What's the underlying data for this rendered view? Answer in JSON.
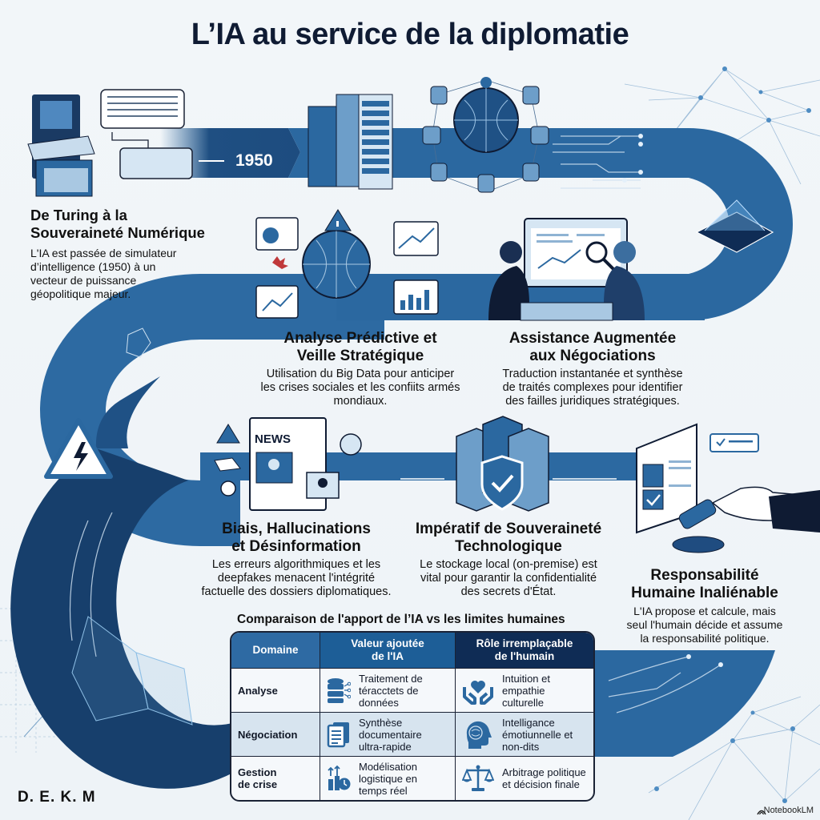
{
  "title": "L’IA au service de la diplomatie",
  "timeline": {
    "year_label": "1950"
  },
  "sections": [
    {
      "heading_lines": [
        "De Turing à la",
        "Souveraineté Numérique"
      ],
      "body_lines": [
        "L'IA est passée de simulateur",
        "d’intelligence (1950) à un",
        "vecteur de puissance",
        "géopolitique majeur."
      ]
    },
    {
      "heading_lines": [
        "Analyse Prédictive et",
        "Veille Stratégique"
      ],
      "body_lines": [
        "Utilisation du Big Data pour anticiper",
        "les crises sociales et les confiits armés",
        "mondiaux."
      ]
    },
    {
      "heading_lines": [
        "Assistance Augmentée",
        "aux Négociations"
      ],
      "body_lines": [
        "Traduction instantanée et synthèse",
        "de traités complexes pour identifier",
        "des failles juridiques stratégiques."
      ]
    },
    {
      "heading_lines": [
        "Biais, Hallucinations",
        "et Désinformation"
      ],
      "body_lines": [
        "Les erreurs algorithmiques et les",
        "deepfakes menacent l'intégrité",
        "factuelle des dossiers diplomatiques."
      ]
    },
    {
      "heading_lines": [
        "Impératif de Souveraineté",
        "Technologique"
      ],
      "body_lines": [
        "Le stockage local (on-premise) est",
        "vital pour garantir la confidentialité",
        "des secrets d'État."
      ]
    },
    {
      "heading_lines": [
        "Responsabilité",
        "Humaine Inaliénable"
      ],
      "body_lines": [
        "L'IA propose et calcule, mais",
        "seul l'humain décide et assume",
        "la responsabilité politique."
      ]
    }
  ],
  "illustrations": {
    "news_label": "NEWS"
  },
  "comparison_table": {
    "title": "Comparaison de l'apport de l’IA vs les limites humaines",
    "headers": [
      [
        "Domaine"
      ],
      [
        "Valeur ajoutée",
        "de l'IA"
      ],
      [
        "Rôle irremplaçable",
        "de l'humain"
      ]
    ],
    "rows": [
      {
        "domain": [
          "Analyse"
        ],
        "ai_icon": "database-network-icon",
        "ai_value": [
          "Traitement de",
          "téracctets de",
          "données"
        ],
        "human_icon": "hands-heart-icon",
        "human_role": [
          "Intuition et",
          "empathie culturelle"
        ]
      },
      {
        "domain": [
          "Négociation"
        ],
        "ai_icon": "documents-icon",
        "ai_value": [
          "Synthèse",
          "documentaire",
          "ultra-rapide"
        ],
        "human_icon": "brain-head-icon",
        "human_role": [
          "Intelligance",
          "émotiunnelle et",
          "non-dits"
        ]
      },
      {
        "domain": [
          "Gestion",
          "de crise"
        ],
        "ai_icon": "logistics-clock-icon",
        "ai_value": [
          "Modélisation",
          "logistique en",
          "temps réel"
        ],
        "human_icon": "scales-icon",
        "human_role": [
          "Arbitrage politique",
          "et décision finale"
        ]
      }
    ]
  },
  "footer": {
    "author": "D. E. K. M",
    "brand": "NotebookLM"
  },
  "colors": {
    "path_blue": "#2b68a0",
    "path_dark": "#163f6e",
    "navy": "#0f1b33",
    "light_blue": "#a9c8e2"
  }
}
